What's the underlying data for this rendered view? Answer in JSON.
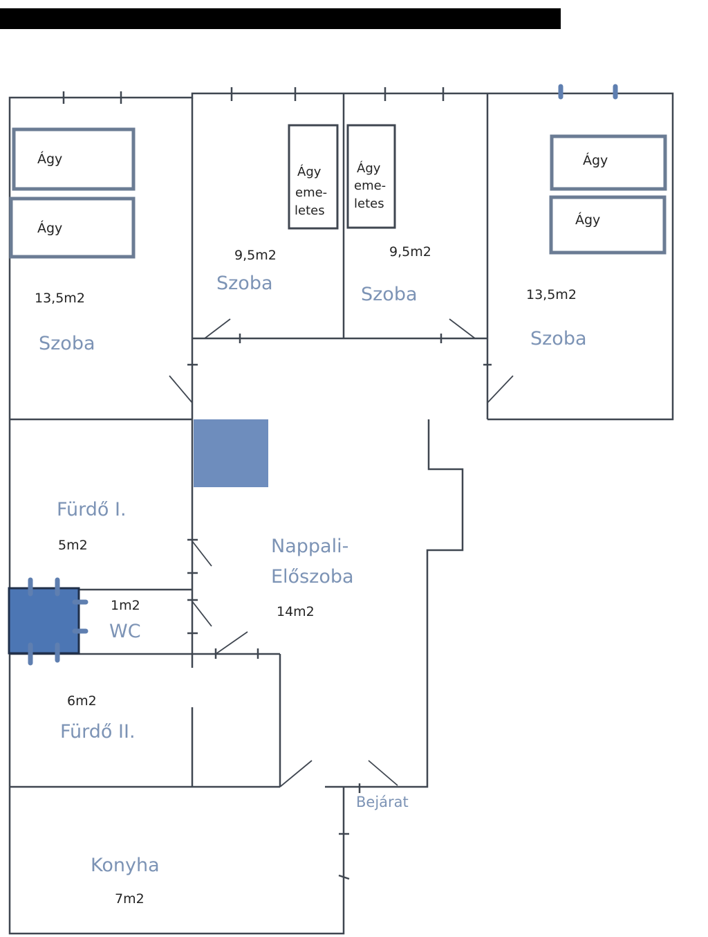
{
  "colors": {
    "wall": "#3f4650",
    "room_label": "#7c93b5",
    "area_label": "#222222",
    "fixture": "#6e8dbd",
    "fixture_dark": "#4c76b4",
    "redaction": "#000000"
  },
  "rooms": {
    "bedroom_1": {
      "name": "Szoba",
      "area": "13,5m2"
    },
    "bedroom_2": {
      "name": "Szoba",
      "area": "9,5m2"
    },
    "bedroom_3": {
      "name": "Szoba",
      "area": "9,5m2"
    },
    "bedroom_4": {
      "name": "Szoba",
      "area": "13,5m2"
    },
    "bathroom_1": {
      "name": "Fürdő I.",
      "area": "5m2"
    },
    "wc": {
      "name": "WC",
      "area": "1m2"
    },
    "bathroom_2": {
      "name": "Fürdő II.",
      "area": "6m2"
    },
    "living": {
      "name_line1": "Nappali-",
      "name_line2": "Előszoba",
      "area": "14m2"
    },
    "kitchen": {
      "name": "Konyha",
      "area": "7m2"
    }
  },
  "furniture": {
    "bed_label": "Ágy",
    "bunk_line1": "Ágy",
    "bunk_line2": "eme-",
    "bunk_line3": "letes"
  },
  "entrance_label": "Bejárat"
}
